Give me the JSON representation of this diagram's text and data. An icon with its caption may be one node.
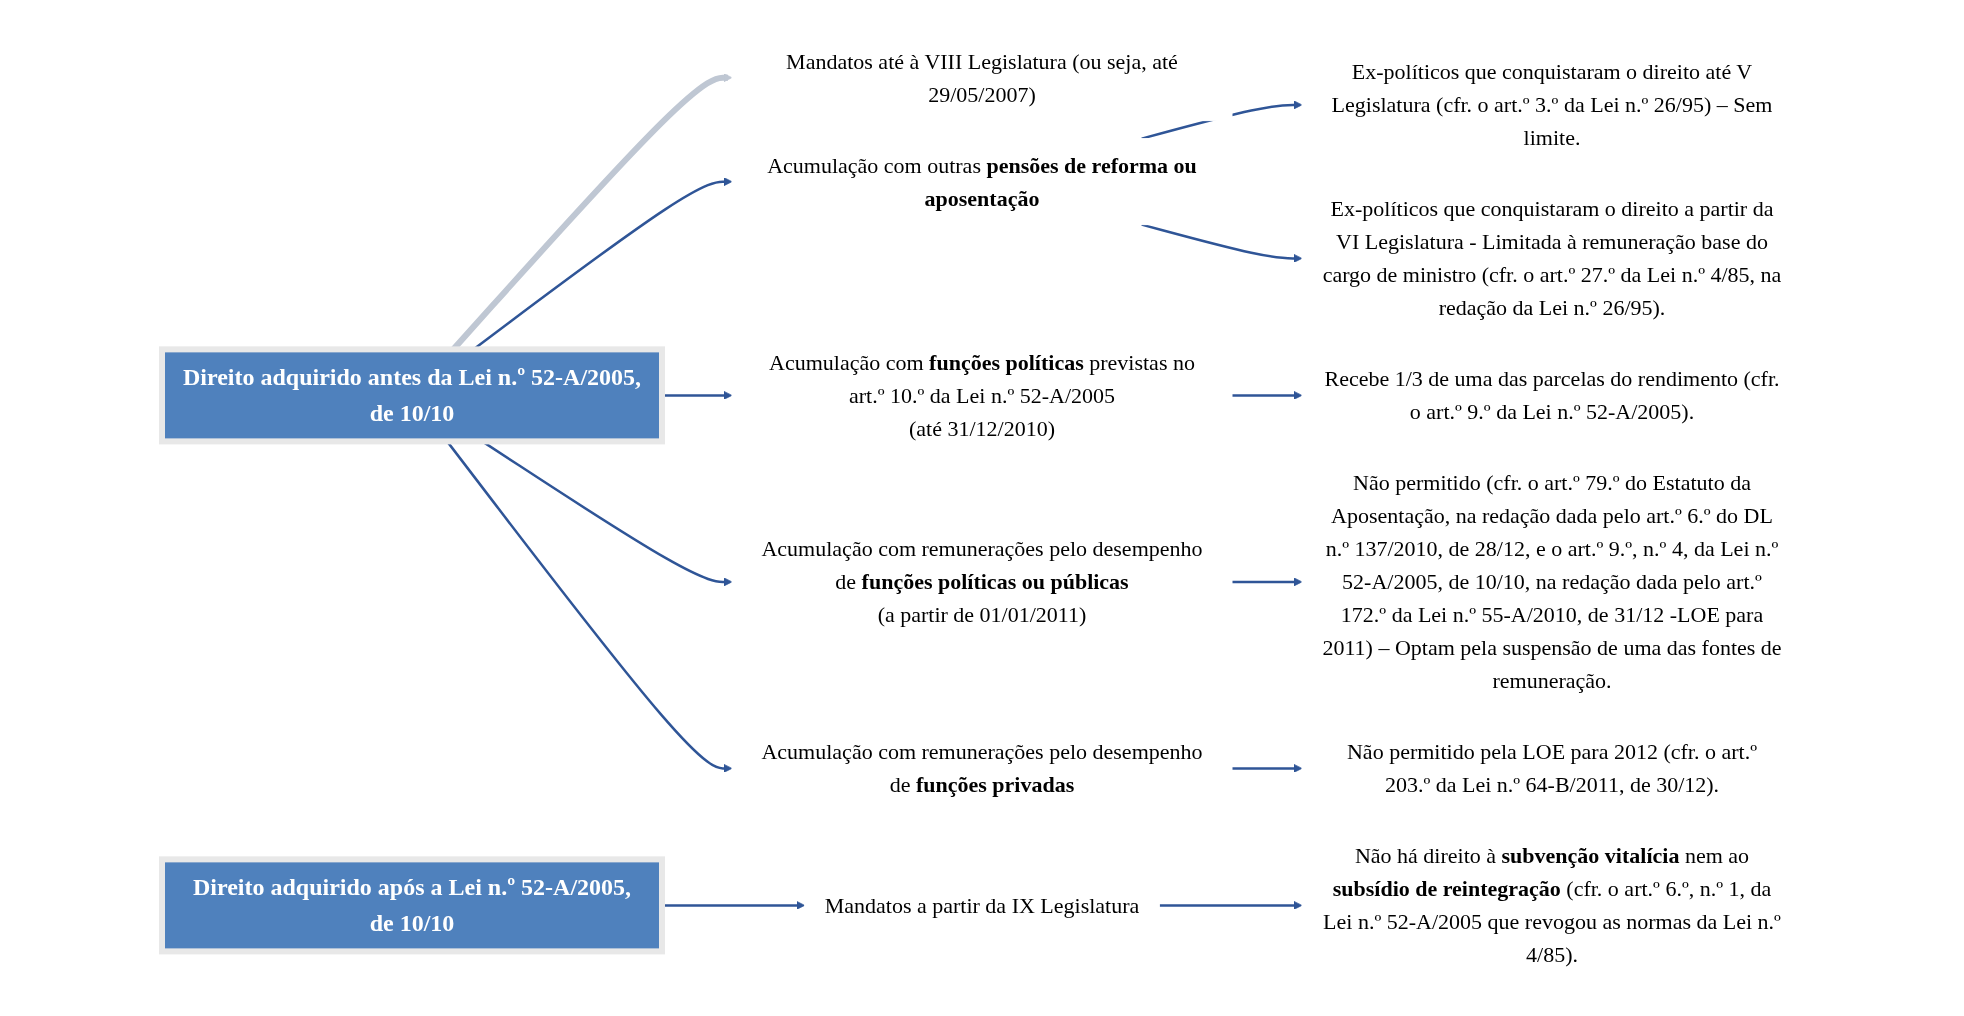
{
  "diagram": {
    "nodes": [
      {
        "text": [
          "Direito adquirido antes da Lei n.º 52-A/2005, de 10/10"
        ]
      },
      {
        "text": [
          "Mandatos até à VIII Legislatura (ou seja, até 29/05/2007)"
        ]
      },
      {
        "text": [
          "Acumulação com outras **pensões de reforma ou aposentação**"
        ]
      },
      {
        "text": [
          "Ex-políticos que conquistaram o direito até V Legislatura (cfr. o art.º 3.º da Lei n.º 26/95) – Sem limite."
        ]
      },
      {
        "text": [
          "Ex-políticos que conquistaram o direito a partir da VI Legislatura - Limitada à remuneração base do cargo de ministro (cfr. o art.º 27.º da Lei n.º 4/85, na redação da Lei n.º 26/95)."
        ]
      },
      {
        "text": [
          "Acumulação com **funções políticas** previstas no art.º 10.º da Lei n.º 52-A/2005",
          "(até 31/12/2010)"
        ]
      },
      {
        "text": [
          "Recebe 1/3 de uma das parcelas do rendimento (cfr. o art.º 9.º da Lei n.º 52-A/2005)."
        ]
      },
      {
        "text": [
          "Acumulação com remunerações pelo desempenho de **funções políticas ou públicas**",
          "(a partir de 01/01/2011)"
        ]
      },
      {
        "text": [
          "Não permitido (cfr. o art.º 79.º do Estatuto da Aposentação, na redação dada pelo art.º 6.º do DL n.º 137/2010, de 28/12, e o art.º 9.º, n.º 4, da Lei n.º 52-A/2005, de 10/10, na redação dada pelo art.º 172.º da Lei n.º 55-A/2010, de 31/12 -LOE para 2011) – Optam pela suspensão de uma das fontes de remuneração."
        ]
      },
      {
        "text": [
          "Acumulação com remunerações pelo desempenho de **funções privadas**"
        ]
      },
      {
        "text": [
          "Não permitido pela LOE para 2012 (cfr. o art.º 203.º da Lei n.º 64-B/2011, de 30/12)."
        ]
      },
      {
        "text": [
          "Direito adquirido após a Lei n.º 52-A/2005, de 10/10"
        ]
      },
      {
        "text": [
          "Mandatos a partir da IX Legislatura"
        ]
      },
      {
        "text": [
          "Não há direito à **subvenção vitalícia** nem ao **subsídio de reintegração** (cfr. o art.º 6.º, n.º 1, da Lei n.º 52-A/2005 que revogou as normas da Lei n.º 4/85)."
        ]
      }
    ],
    "edges": [
      {
        "from": 0,
        "to": 1,
        "arrow": "to",
        "style": "thick",
        "color": "#bfc7d3"
      },
      {
        "from": 0,
        "to": 2,
        "arrow": "to"
      },
      {
        "from": 0,
        "to": 5,
        "arrow": "to"
      },
      {
        "from": 0,
        "to": 7,
        "arrow": "to"
      },
      {
        "from": 0,
        "to": 9,
        "arrow": "to"
      },
      {
        "from": 2,
        "to": 3,
        "arrow": "to"
      },
      {
        "from": 2,
        "to": 4,
        "arrow": "to"
      },
      {
        "from": 5,
        "to": 6,
        "arrow": "to"
      },
      {
        "from": 7,
        "to": 8,
        "arrow": "to"
      },
      {
        "from": 9,
        "to": 10,
        "arrow": "to"
      },
      {
        "from": 11,
        "to": 12,
        "arrow": "to"
      },
      {
        "from": 12,
        "to": 13,
        "arrow": "to"
      }
    ]
  }
}
